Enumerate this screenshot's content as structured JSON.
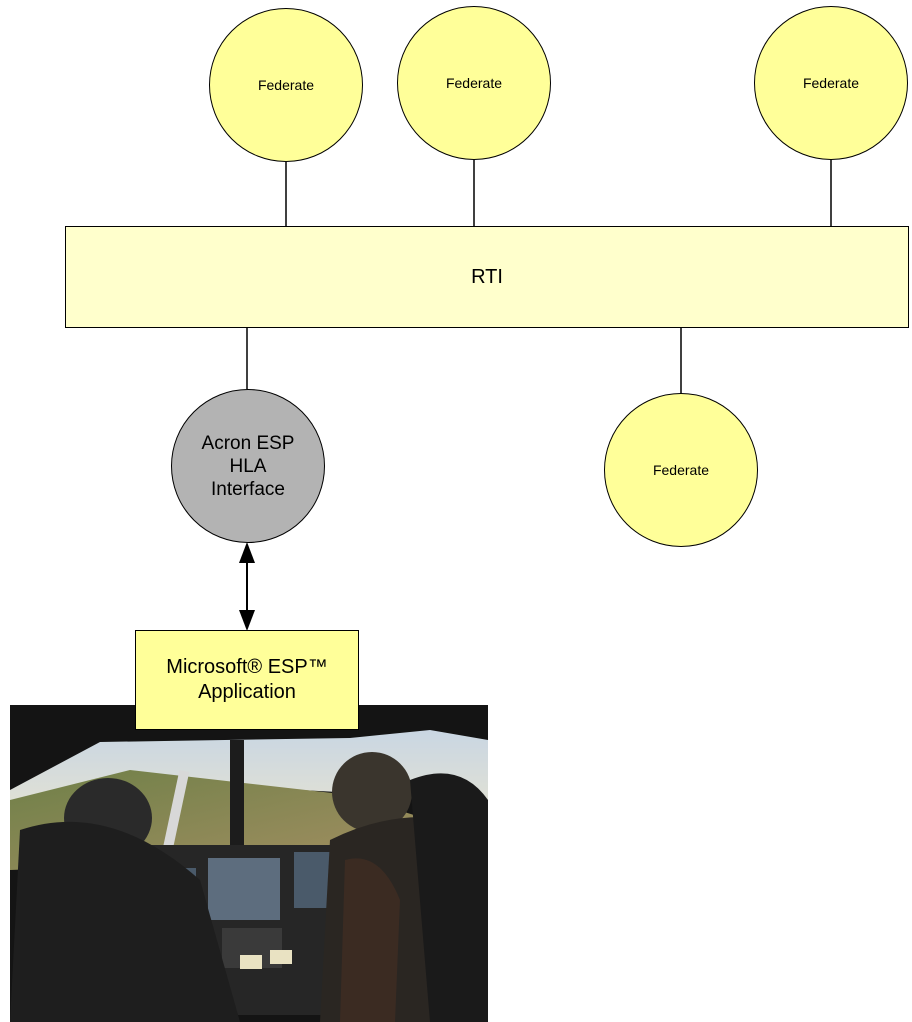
{
  "rti": {
    "label": "RTI"
  },
  "federates": [
    {
      "label": "Federate"
    },
    {
      "label": "Federate"
    },
    {
      "label": "Federate"
    },
    {
      "label": "Federate"
    }
  ],
  "interface": {
    "label": "Acron ESP\nHLA\nInterface"
  },
  "application": {
    "label": "Microsoft® ESP™\nApplication"
  },
  "colors": {
    "federate_fill": "#ffff99",
    "rti_fill": "#ffffcc",
    "interface_fill": "#b3b3b3"
  }
}
